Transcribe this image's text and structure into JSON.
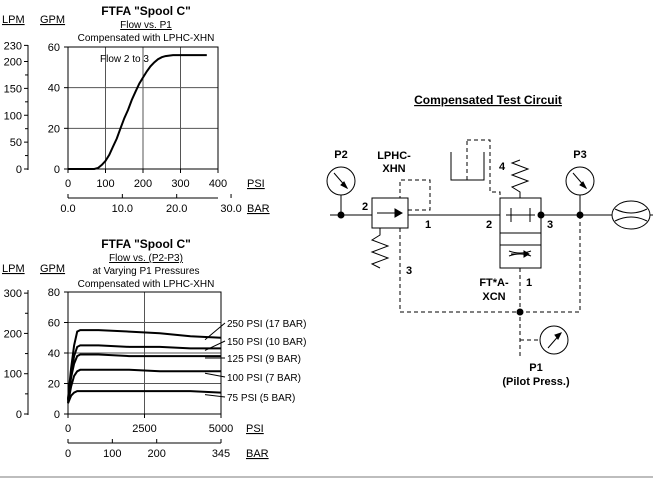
{
  "chart_data": [
    {
      "type": "line",
      "title": "FTFA \"Spool C\"",
      "subtitle_lines": [
        "Flow vs. P1",
        "Compensated with LPHC-XHN"
      ],
      "annotation": "Flow 2 to 3",
      "x_primary": {
        "label": "PSI",
        "range": [
          0,
          400
        ],
        "ticks": [
          0,
          100,
          200,
          300,
          400
        ]
      },
      "x_secondary": {
        "label": "BAR",
        "ticks": [
          "0.0",
          "10.0",
          "20.0",
          "30.0"
        ]
      },
      "y_gpm": {
        "label": "GPM",
        "range": [
          0,
          60
        ],
        "ticks": [
          0,
          20,
          40,
          60
        ]
      },
      "y_lpm": {
        "label": "LPM",
        "ticks": [
          "0",
          "50",
          "100",
          "150",
          "200",
          "230"
        ]
      },
      "grid": true,
      "series": [
        {
          "x": [
            0,
            70,
            80,
            90,
            100,
            110,
            120,
            130,
            140,
            150,
            160,
            170,
            180,
            190,
            200,
            210,
            220,
            230,
            240,
            250,
            260,
            280,
            300,
            320,
            340,
            360,
            370
          ],
          "y": [
            0,
            0,
            0.5,
            2,
            4,
            7,
            11,
            15,
            20,
            25,
            29,
            34,
            38,
            42,
            45,
            48,
            50.5,
            52.5,
            54,
            55,
            55.5,
            56,
            56,
            56,
            56,
            56,
            56
          ]
        }
      ]
    },
    {
      "type": "line",
      "title": "FTFA \"Spool C\"",
      "subtitle_lines": [
        "Flow vs. (P2-P3)",
        "at Varying P1 Pressures",
        "Compensated with LPHC-XHN"
      ],
      "x_primary": {
        "label": "PSI",
        "range": [
          0,
          5000
        ],
        "ticks": [
          0,
          2500,
          5000
        ],
        "tick_labels": [
          "0",
          "2500",
          "5000"
        ]
      },
      "x_secondary": {
        "label": "BAR",
        "ticks": [
          "0",
          "100",
          "200",
          "345"
        ]
      },
      "y_gpm": {
        "label": "GPM",
        "range": [
          0,
          80
        ],
        "ticks": [
          0,
          20,
          40,
          60,
          80
        ]
      },
      "y_lpm": {
        "label": "LPM",
        "ticks": [
          "0",
          "100",
          "200",
          "300"
        ]
      },
      "grid": true,
      "series": [
        {
          "name": "250 PSI (17 BAR)",
          "x": [
            0,
            100,
            200,
            300,
            400,
            600,
            1000,
            2000,
            3000,
            4000,
            5000
          ],
          "y": [
            10,
            30,
            45,
            54,
            55,
            55,
            55,
            54,
            53,
            51,
            50
          ]
        },
        {
          "name": "150 PSI (10 BAR)",
          "x": [
            0,
            100,
            200,
            300,
            400,
            600,
            1000,
            2000,
            3000,
            4000,
            5000
          ],
          "y": [
            9,
            26,
            38,
            44,
            45,
            45,
            45,
            44,
            44,
            43,
            43
          ]
        },
        {
          "name": "125 PSI (9 BAR)",
          "x": [
            0,
            100,
            200,
            300,
            400,
            600,
            1000,
            2000,
            3000,
            4000,
            5000
          ],
          "y": [
            8,
            24,
            33,
            38,
            39,
            39,
            39,
            38,
            38,
            38,
            38
          ]
        },
        {
          "name": "100 PSI (7 BAR)",
          "x": [
            0,
            100,
            200,
            300,
            400,
            600,
            1000,
            2000,
            3000,
            4000,
            5000
          ],
          "y": [
            7,
            18,
            25,
            28,
            29,
            29,
            29,
            29,
            28,
            28,
            28
          ]
        },
        {
          "name": "75 PSI (5 BAR)",
          "x": [
            0,
            100,
            200,
            300,
            400,
            600,
            1000,
            2000,
            3000,
            4000,
            5000
          ],
          "y": [
            7,
            12,
            14,
            15,
            15,
            15,
            15,
            15,
            15,
            15,
            14
          ]
        }
      ]
    }
  ],
  "circuit": {
    "title": "Compensated Test Circuit",
    "p2_label": "P2",
    "p3_label": "P3",
    "lphc_label_line1": "LPHC-",
    "lphc_label_line2": "XHN",
    "ft_label_line1": "FT*A-",
    "ft_label_line2": "XCN",
    "p1_label": "P1",
    "p1_note": "(Pilot Press.)",
    "port_2a": "2",
    "port_1a": "1",
    "port_3a": "3",
    "port_2b": "2",
    "port_3b": "3",
    "port_4": "4",
    "port_1b": "1"
  }
}
